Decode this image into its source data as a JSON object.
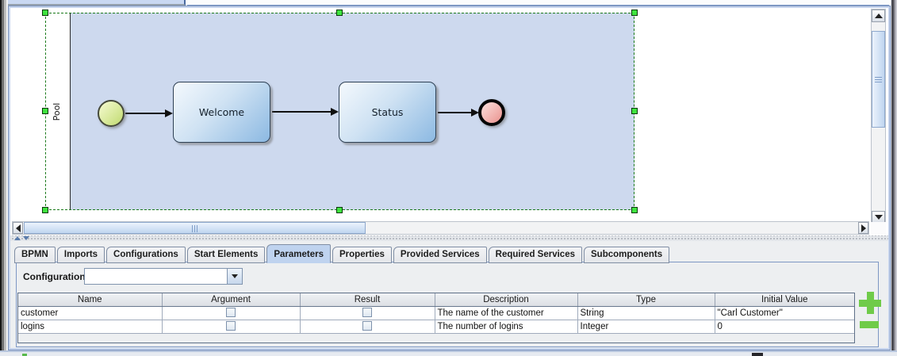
{
  "diagram": {
    "pool_label": "Pool",
    "tasks": [
      {
        "label": "Welcome"
      },
      {
        "label": "Status"
      }
    ],
    "events": [
      {
        "icon": "start-event-icon"
      },
      {
        "icon": "end-event-icon"
      }
    ]
  },
  "panel": {
    "tabs": {
      "selected": "Parameters",
      "items": [
        {
          "label": "BPMN"
        },
        {
          "label": "Imports"
        },
        {
          "label": "Configurations"
        },
        {
          "label": "Start Elements"
        },
        {
          "label": "Parameters"
        },
        {
          "label": "Properties"
        },
        {
          "label": "Provided Services"
        },
        {
          "label": "Required Services"
        },
        {
          "label": "Subcomponents"
        }
      ]
    },
    "configuration": {
      "label": "Configuration",
      "value": ""
    },
    "table": {
      "columns": [
        "Name",
        "Argument",
        "Result",
        "Description",
        "Type",
        "Initial Value"
      ],
      "rows": [
        {
          "name": "customer",
          "argument": false,
          "result": false,
          "description": "The name of the customer",
          "type": "String",
          "initial_value": "\"Carl Customer\""
        },
        {
          "name": "logins",
          "argument": false,
          "result": false,
          "description": "The number of logins",
          "type": "Integer",
          "initial_value": "0"
        }
      ]
    },
    "actions": {
      "add_icon": "plus-icon",
      "remove_icon": "minus-icon"
    }
  },
  "colors": {
    "selection_handle_green": "#3fe43f",
    "action_green": "#6fcb49",
    "pool_fill": "#cdd9ee",
    "task_fill_top": "#f4f9fd",
    "task_fill_bottom": "#8cb9e2",
    "start_event_fill": "#c6de7a",
    "end_event_fill": "#ec9a96",
    "selected_tab_fill": "#bfd3ef"
  }
}
